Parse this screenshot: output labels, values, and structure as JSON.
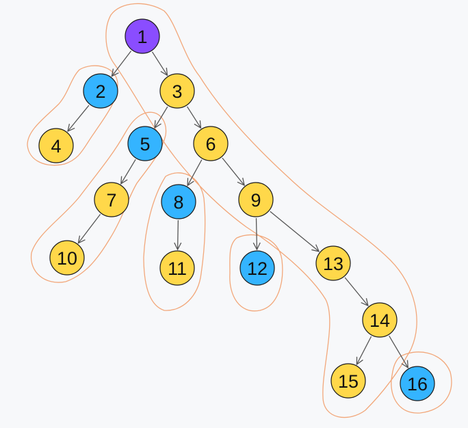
{
  "colors": {
    "background": "#f7f8fa",
    "root": "#8a4dff",
    "heavy": "#ffd84a",
    "light": "#34b4ff",
    "edge": "#555555",
    "outline": "#f2a77a"
  },
  "nodes": [
    {
      "id": "1",
      "label": "1",
      "kind": "root"
    },
    {
      "id": "2",
      "label": "2",
      "kind": "light"
    },
    {
      "id": "3",
      "label": "3",
      "kind": "heavy"
    },
    {
      "id": "4",
      "label": "4",
      "kind": "heavy"
    },
    {
      "id": "5",
      "label": "5",
      "kind": "light"
    },
    {
      "id": "6",
      "label": "6",
      "kind": "heavy"
    },
    {
      "id": "7",
      "label": "7",
      "kind": "heavy"
    },
    {
      "id": "8",
      "label": "8",
      "kind": "light"
    },
    {
      "id": "9",
      "label": "9",
      "kind": "heavy"
    },
    {
      "id": "10",
      "label": "10",
      "kind": "heavy"
    },
    {
      "id": "11",
      "label": "11",
      "kind": "heavy"
    },
    {
      "id": "12",
      "label": "12",
      "kind": "light"
    },
    {
      "id": "13",
      "label": "13",
      "kind": "heavy"
    },
    {
      "id": "14",
      "label": "14",
      "kind": "heavy"
    },
    {
      "id": "15",
      "label": "15",
      "kind": "heavy"
    },
    {
      "id": "16",
      "label": "16",
      "kind": "light"
    }
  ],
  "edges": [
    [
      "1",
      "2"
    ],
    [
      "1",
      "3"
    ],
    [
      "2",
      "4"
    ],
    [
      "3",
      "5"
    ],
    [
      "3",
      "6"
    ],
    [
      "5",
      "7"
    ],
    [
      "6",
      "8"
    ],
    [
      "6",
      "9"
    ],
    [
      "7",
      "10"
    ],
    [
      "8",
      "11"
    ],
    [
      "9",
      "12"
    ],
    [
      "9",
      "13"
    ],
    [
      "13",
      "14"
    ],
    [
      "14",
      "15"
    ],
    [
      "14",
      "16"
    ]
  ],
  "chains": [
    [
      "1",
      "3",
      "6",
      "9",
      "13",
      "14",
      "15"
    ],
    [
      "2",
      "4"
    ],
    [
      "5",
      "7",
      "10"
    ],
    [
      "8",
      "11"
    ],
    [
      "12"
    ],
    [
      "16"
    ]
  ]
}
